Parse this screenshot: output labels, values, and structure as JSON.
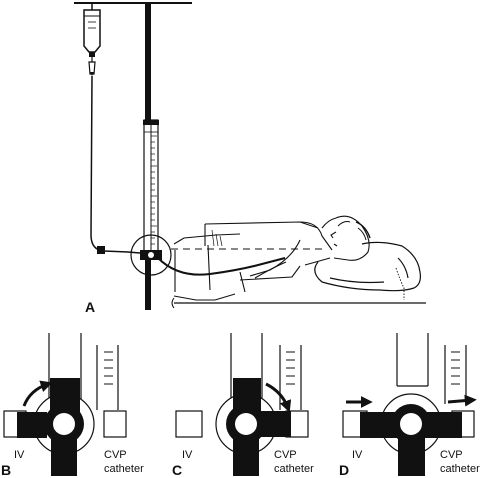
{
  "panel_a": {
    "letter": "A"
  },
  "panel_b": {
    "letter": "B",
    "iv_label": "IV",
    "cvp_label_line1": "CVP",
    "cvp_label_line2": "catheter"
  },
  "panel_c": {
    "letter": "C",
    "iv_label": "IV",
    "cvp_label_line1": "CVP",
    "cvp_label_line2": "catheter"
  },
  "panel_d": {
    "letter": "D",
    "iv_label": "IV",
    "cvp_label_line1": "CVP",
    "cvp_label_line2": "catheter"
  },
  "colors": {
    "ink": "#111111",
    "paper": "#ffffff"
  }
}
